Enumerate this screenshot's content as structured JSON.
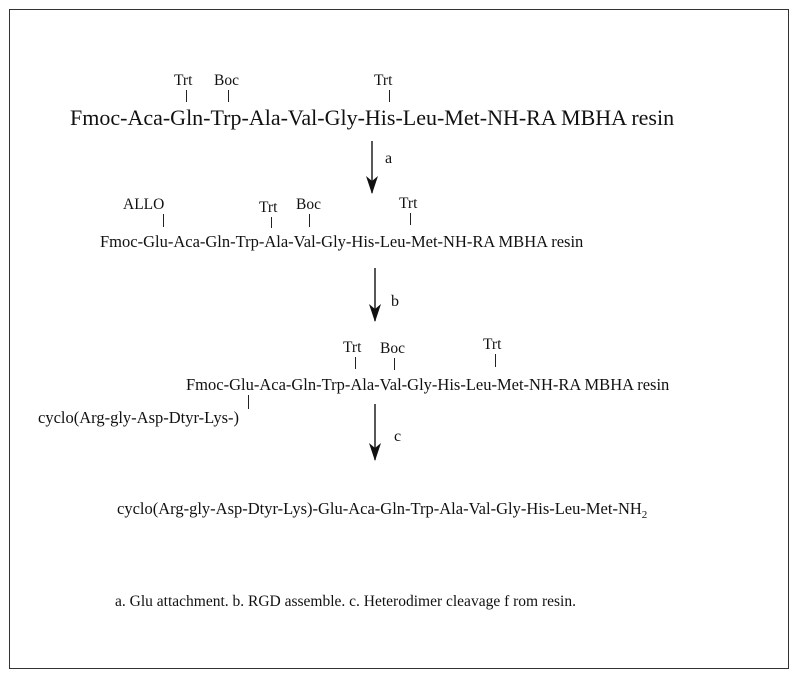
{
  "scheme": {
    "row1": {
      "sequence": "Fmoc-Aca-Gln-Trp-Ala-Val-Gly-His-Leu-Met-NH-RA MBHA resin",
      "groups": [
        "Trt",
        "Boc",
        "Trt"
      ]
    },
    "step_a": "a",
    "row2": {
      "sequence": "Fmoc-Glu-Aca-Gln-Trp-Ala-Val-Gly-His-Leu-Met-NH-RA MBHA resin",
      "groups": [
        "ALLO",
        "Trt",
        "Boc",
        "Trt"
      ]
    },
    "step_b": "b",
    "row3": {
      "sequence": "Fmoc-Glu-Aca-Gln-Trp-Ala-Val-Gly-His-Leu-Met-NH-RA MBHA resin",
      "side_chain": "cyclo(Arg-gly-Asp-Dtyr-Lys-)",
      "groups": [
        "Trt",
        "Boc",
        "Trt"
      ]
    },
    "step_c": "c",
    "product": {
      "sequence": "cyclo(Arg-gly-Asp-Dtyr-Lys)-Glu-Aca-Gln-Trp-Ala-Val-Gly-His-Leu-Met-NH",
      "subscript": "2"
    }
  },
  "caption": "a. Glu attachment. b. RGD assemble. c. Heterodimer cleavage f rom resin."
}
